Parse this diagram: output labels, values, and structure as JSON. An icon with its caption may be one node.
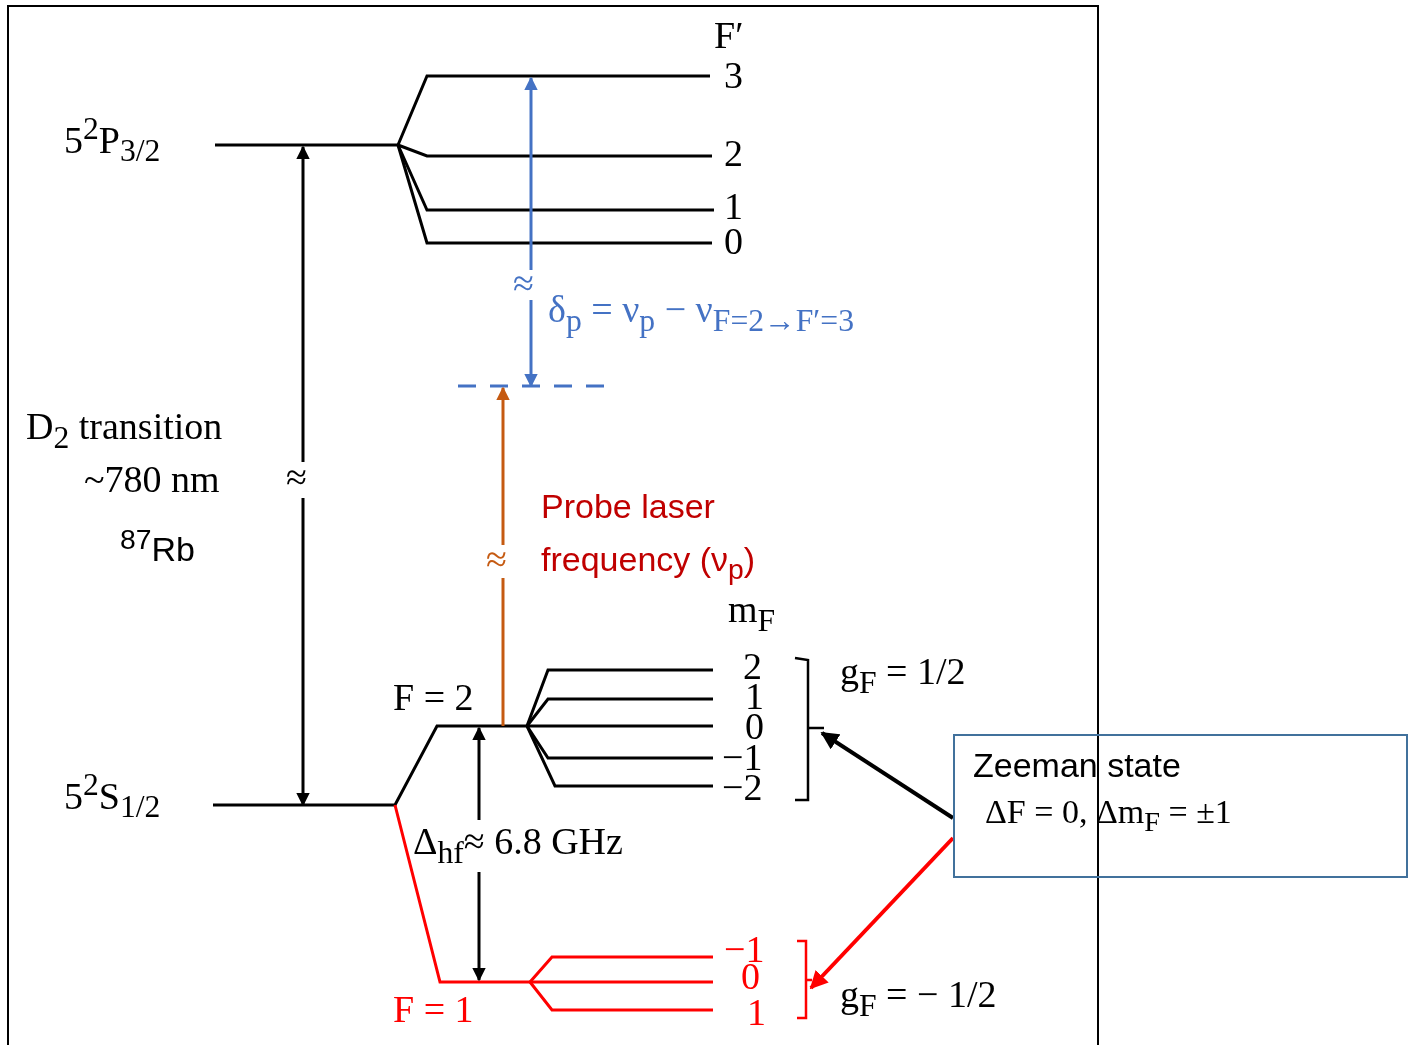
{
  "diagram": {
    "nodes": [
      {
        "text": [
          "Zeeman state",
          "ΔF = 0, Δm$_{F}$ = ±1"
        ]
      },
      {
        "text": [],
        "shape": "bracket"
      },
      {
        "text": [],
        "shape": "bracket"
      }
    ],
    "edges": [
      {
        "from": 0,
        "to": 1,
        "arrow": "to"
      },
      {
        "from": 0,
        "to": 2,
        "arrow": "to",
        "color": "#ff0000"
      }
    ],
    "labels": [
      "F′",
      "3",
      "5$^{2}$P$_{3/2}$",
      "2",
      "1",
      "0",
      "≈",
      "δ$_{p}$ = ν$_{p}$ − ν$_{F=2→F′=3}$",
      "D$_{2}$ transition",
      "~780 nm",
      "≈",
      "$^{87}$Rb",
      "Probe laser frequency (ν$_{p}$)",
      "≈",
      "m$_{F}$",
      "2",
      "g$_{F}$ = 1/2",
      "1",
      "F = 2",
      "0",
      "−1",
      "−2",
      "5$^{2}$S$_{1/2}$",
      "Δ$_{hf}$≈ 6.8 GHz",
      "−1",
      "0",
      "g$_{F}$ = − 1/2",
      "1",
      "F = 1"
    ]
  }
}
